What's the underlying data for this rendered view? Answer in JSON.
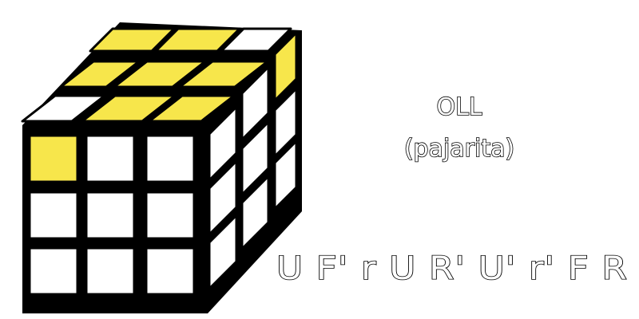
{
  "diagram": {
    "title": "OLL",
    "subtitle": "(pajarita)",
    "algorithm": "U F' r U R' U' r' F R",
    "colors": {
      "yellow": "#f7e64b",
      "white": "#ffffff",
      "outline": "#000000"
    },
    "cube": {
      "top": [
        [
          "yellow",
          "yellow",
          "white"
        ],
        [
          "yellow",
          "yellow",
          "yellow"
        ],
        [
          "white",
          "yellow",
          "yellow"
        ]
      ],
      "front": [
        [
          "yellow",
          "white",
          "white"
        ],
        [
          "white",
          "white",
          "white"
        ],
        [
          "white",
          "white",
          "white"
        ]
      ],
      "right": [
        [
          "white",
          "white",
          "yellow"
        ],
        [
          "white",
          "white",
          "white"
        ],
        [
          "white",
          "white",
          "white"
        ]
      ]
    }
  }
}
